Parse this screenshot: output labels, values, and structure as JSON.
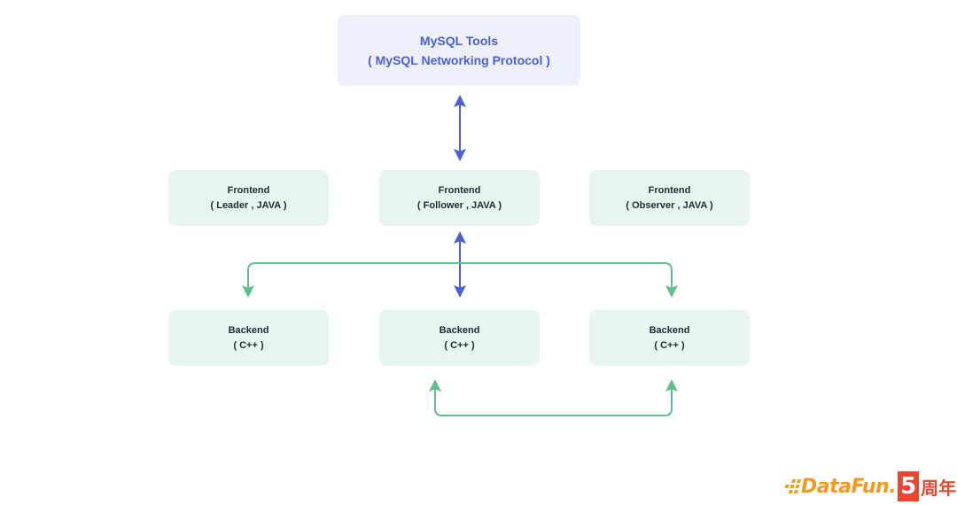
{
  "tools": {
    "title": "MySQL Tools",
    "subtitle": "( MySQL Networking Protocol )"
  },
  "frontends": [
    {
      "title": "Frontend",
      "subtitle": "( Leader , JAVA )"
    },
    {
      "title": "Frontend",
      "subtitle": "( Follower , JAVA )"
    },
    {
      "title": "Frontend",
      "subtitle": "( Observer , JAVA )"
    }
  ],
  "backends": [
    {
      "title": "Backend",
      "subtitle": "( C++ )"
    },
    {
      "title": "Backend",
      "subtitle": "( C++ )"
    },
    {
      "title": "Backend",
      "subtitle": "( C++ )"
    }
  ],
  "logo": {
    "text": "DataFun.",
    "number": "5",
    "suffix": "周年"
  },
  "colors": {
    "blue_arrow": "#4a5fd6",
    "green_arrow": "#5fbf8f",
    "tools_bg": "#eef0fb",
    "node_bg": "#e9f6ef",
    "logo_orange": "#f39a1e",
    "logo_red": "#e8462e"
  }
}
